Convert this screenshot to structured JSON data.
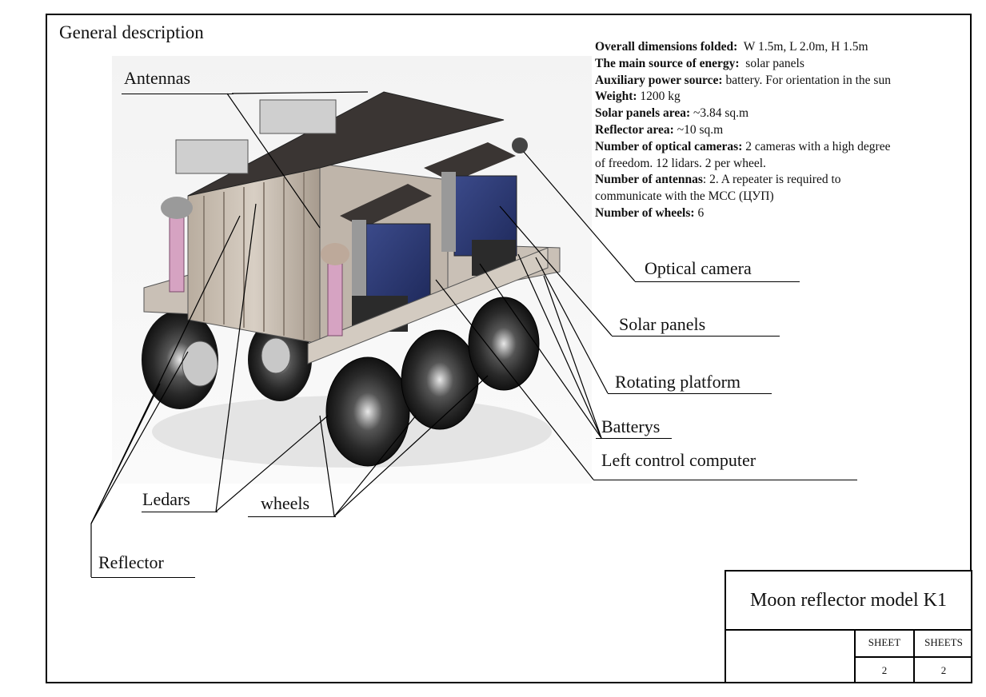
{
  "document": {
    "title": "General description"
  },
  "specs": [
    {
      "label": "Overall dimensions folded:",
      "value": "W 1.5m, L 2.0m, H 1.5m"
    },
    {
      "label": "The main source of energy:",
      "value": "solar panels"
    },
    {
      "label": "Auxiliary power source:",
      "value": "battery. For orientation in the sun"
    },
    {
      "label": "Weight:",
      "value": "1200 kg"
    },
    {
      "label": "Solar panels area:",
      "value": "~3.84 sq.m"
    },
    {
      "label": "Reflector area:",
      "value": "~10 sq.m"
    },
    {
      "label": "Number of optical cameras:",
      "value": "2 cameras with a high degree"
    },
    {
      "label": "",
      "value": "of freedom. 12 lidars. 2 per wheel."
    },
    {
      "label": "Number of antennas",
      "value": ": 2. A repeater is required to"
    },
    {
      "label": "",
      "value": "communicate with the MCC (ЦУП)"
    },
    {
      "label": "Number of wheels:",
      "value": "6"
    }
  ],
  "callouts": {
    "antennas": "Antennas",
    "optical_camera": "Optical camera",
    "solar_panels": "Solar panels",
    "rotating_platform": "Rotating platform",
    "batterys": "Batterys",
    "left_control_computer": "Left control computer",
    "ledars": "Ledars",
    "wheels": "wheels",
    "reflector": "Reflector"
  },
  "title_block": {
    "name": "Moon reflector model K1",
    "sheet_label": "SHEET",
    "sheets_label": "SHEETS",
    "sheet": "2",
    "sheets": "2"
  }
}
